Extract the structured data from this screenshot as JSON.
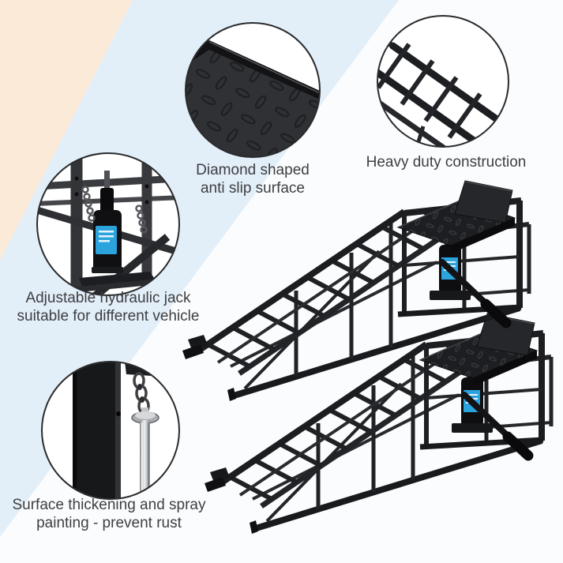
{
  "captions": {
    "diamond_plate": {
      "line1": "Diamond shaped",
      "line2": "anti slip surface"
    },
    "heavy_duty": {
      "line1": "Heavy duty construction"
    },
    "hydraulic_jack": {
      "line1": "Adjustable hydraulic jack",
      "line2": "suitable for different vehicle"
    },
    "rust_prevention": {
      "line1": "Surface thickening and spray",
      "line2": "painting - prevent rust"
    }
  },
  "colors": {
    "background_peach": "#fcead9",
    "background_blue": "#e2eef8",
    "caption_text": "#3e3f41",
    "product_black": "#1d1e21",
    "jack_label_blue": "#2ba3dd",
    "metal_silver": "#c9cccf"
  }
}
